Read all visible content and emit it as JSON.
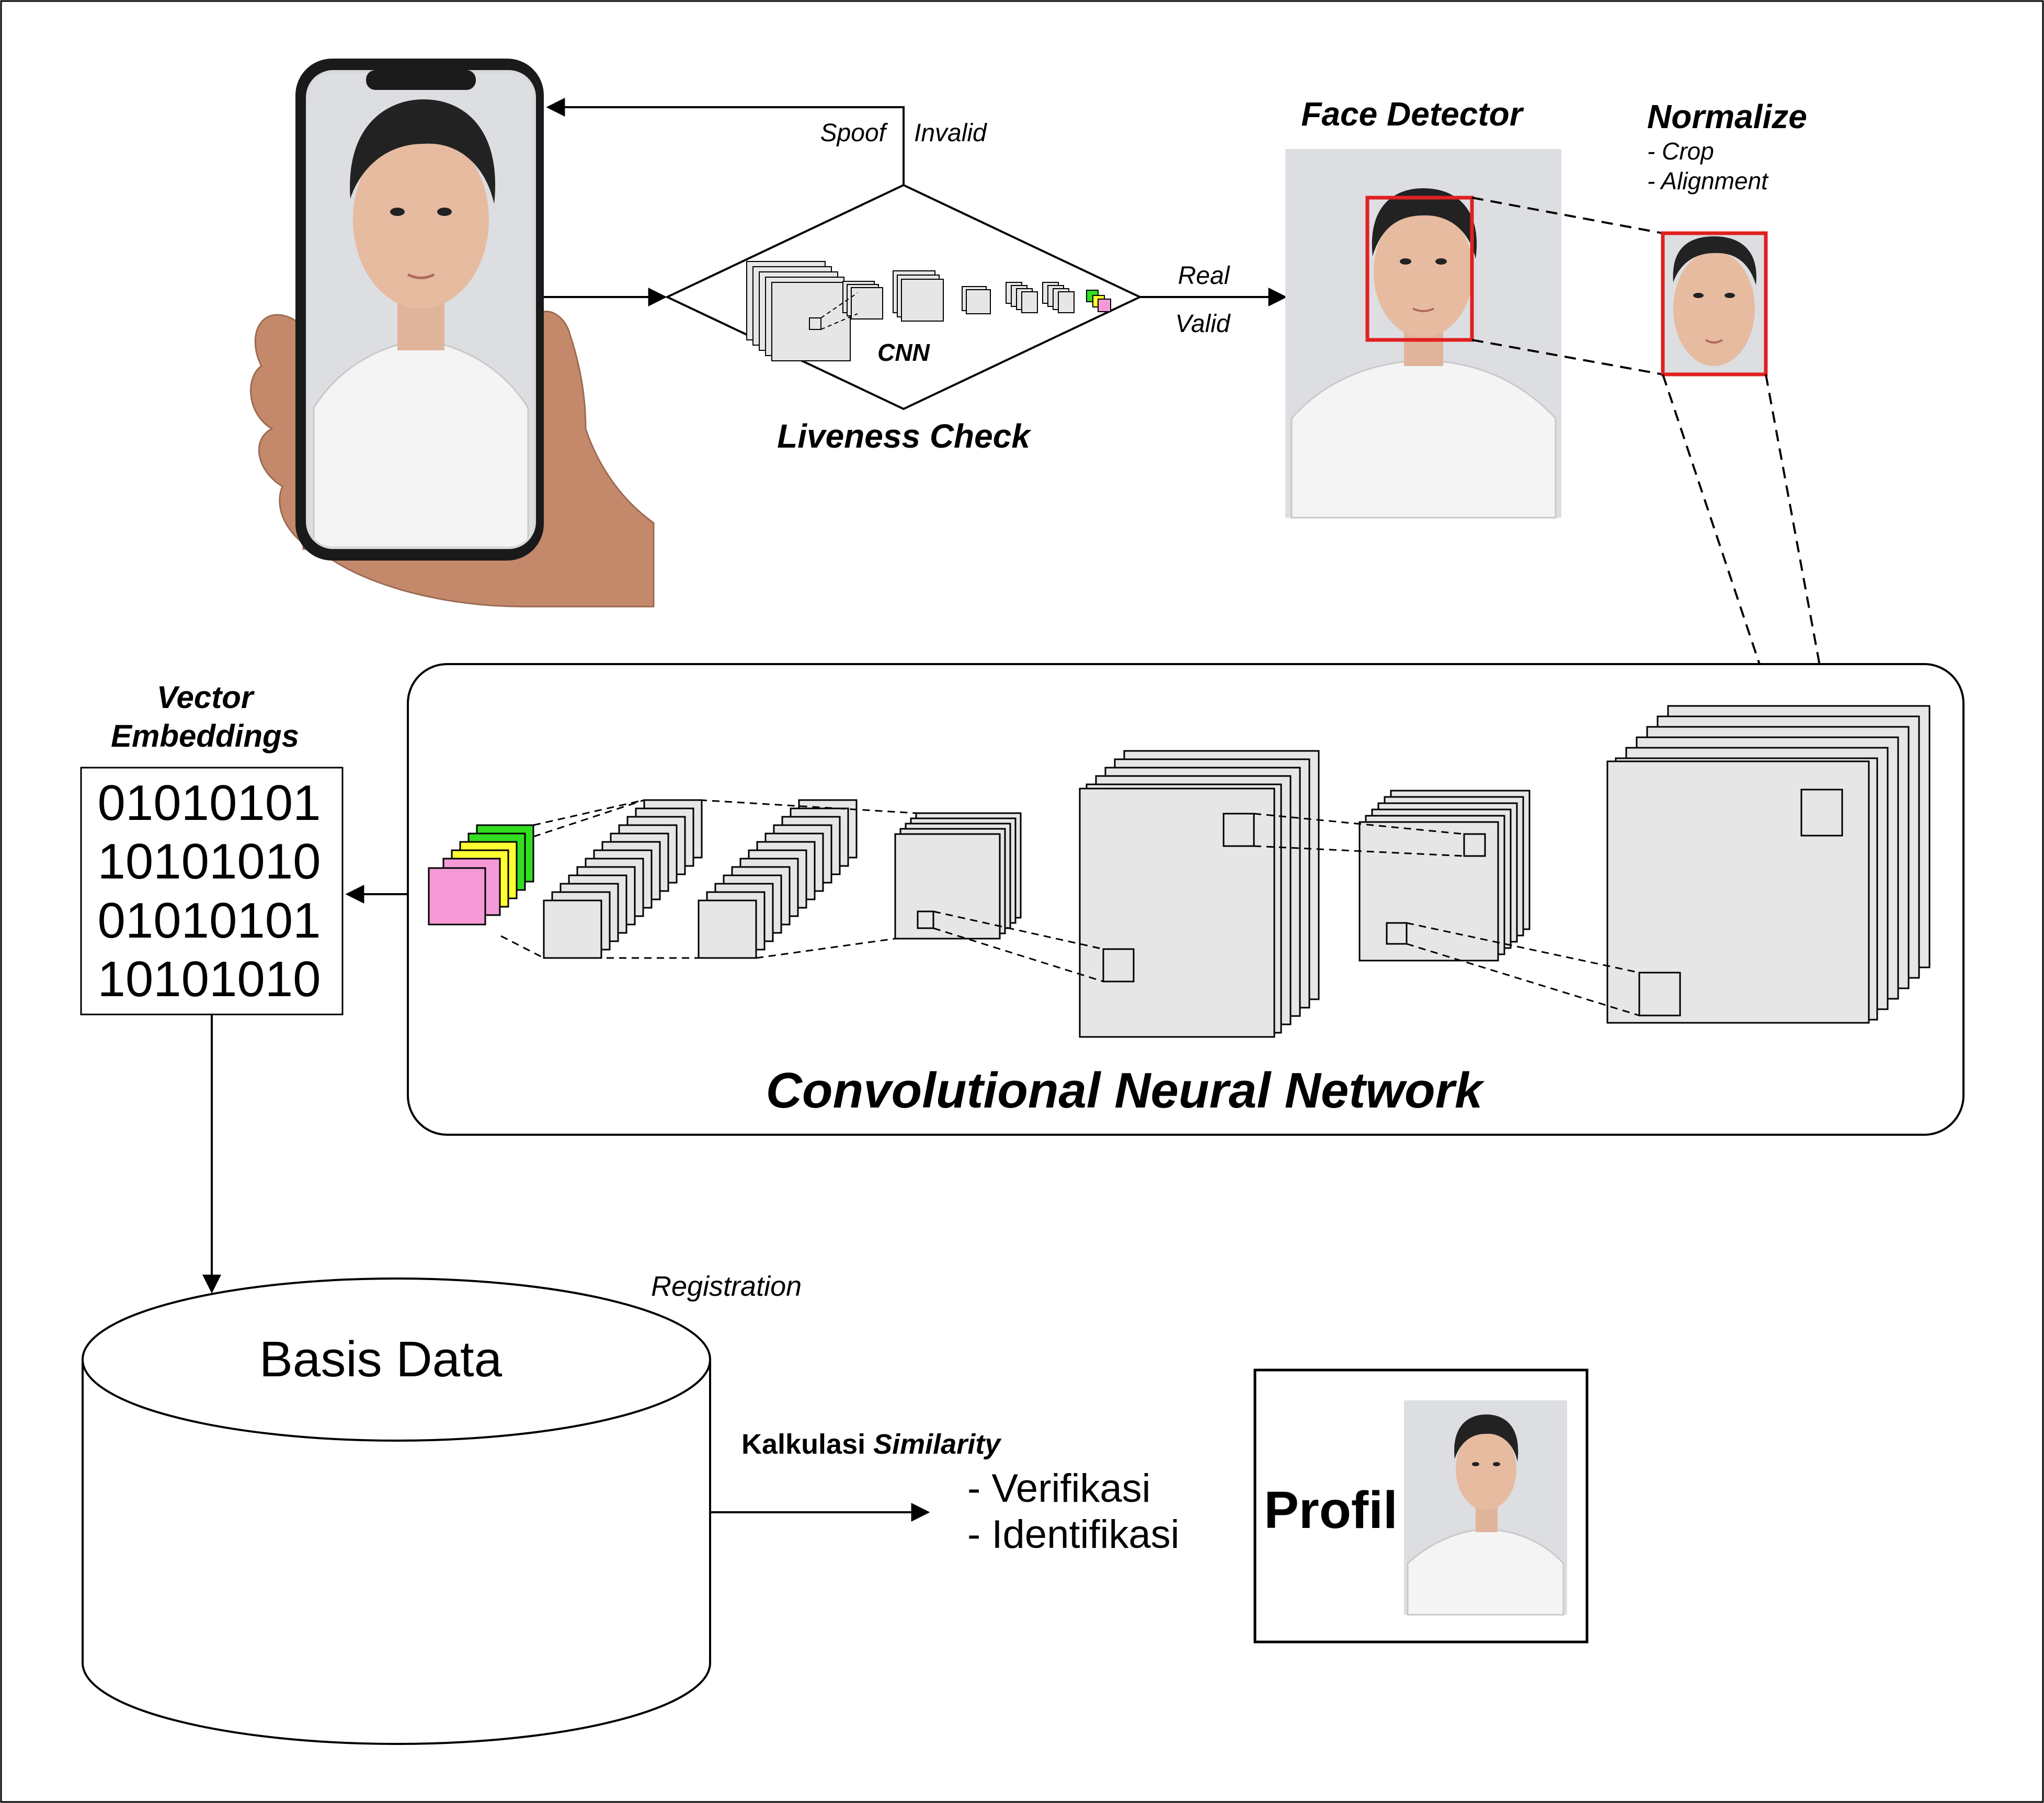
{
  "liveness": {
    "title": "Liveness Check",
    "cnn_label": "CNN",
    "spoof_label": "Spoof",
    "invalid_label": "Invalid",
    "real_label": "Real",
    "valid_label": "Valid"
  },
  "face_detector": {
    "title": "Face Detector"
  },
  "normalize": {
    "title": "Normalize",
    "steps": [
      "- Crop",
      "- Alignment"
    ]
  },
  "embeddings": {
    "title_line1": "Vector",
    "title_line2": "Embeddings",
    "rows": [
      "01010101",
      "10101010",
      "01010101",
      "10101010"
    ]
  },
  "cnn_panel": {
    "title": "Convolutional Neural Network"
  },
  "database": {
    "title": "Basis Data",
    "registration_label": "Registration"
  },
  "similarity": {
    "label_plain": "Kalkulasi ",
    "label_italic": "Similarity",
    "outputs": [
      "- Verifikasi",
      "- Identifikasi"
    ]
  },
  "profile": {
    "label": "Profil"
  },
  "colors": {
    "face_box": "#e02020",
    "layer_fill": "#e6e6e6",
    "pink": "#f59ad6",
    "yellow": "#ffff33",
    "green": "#33dd22"
  }
}
